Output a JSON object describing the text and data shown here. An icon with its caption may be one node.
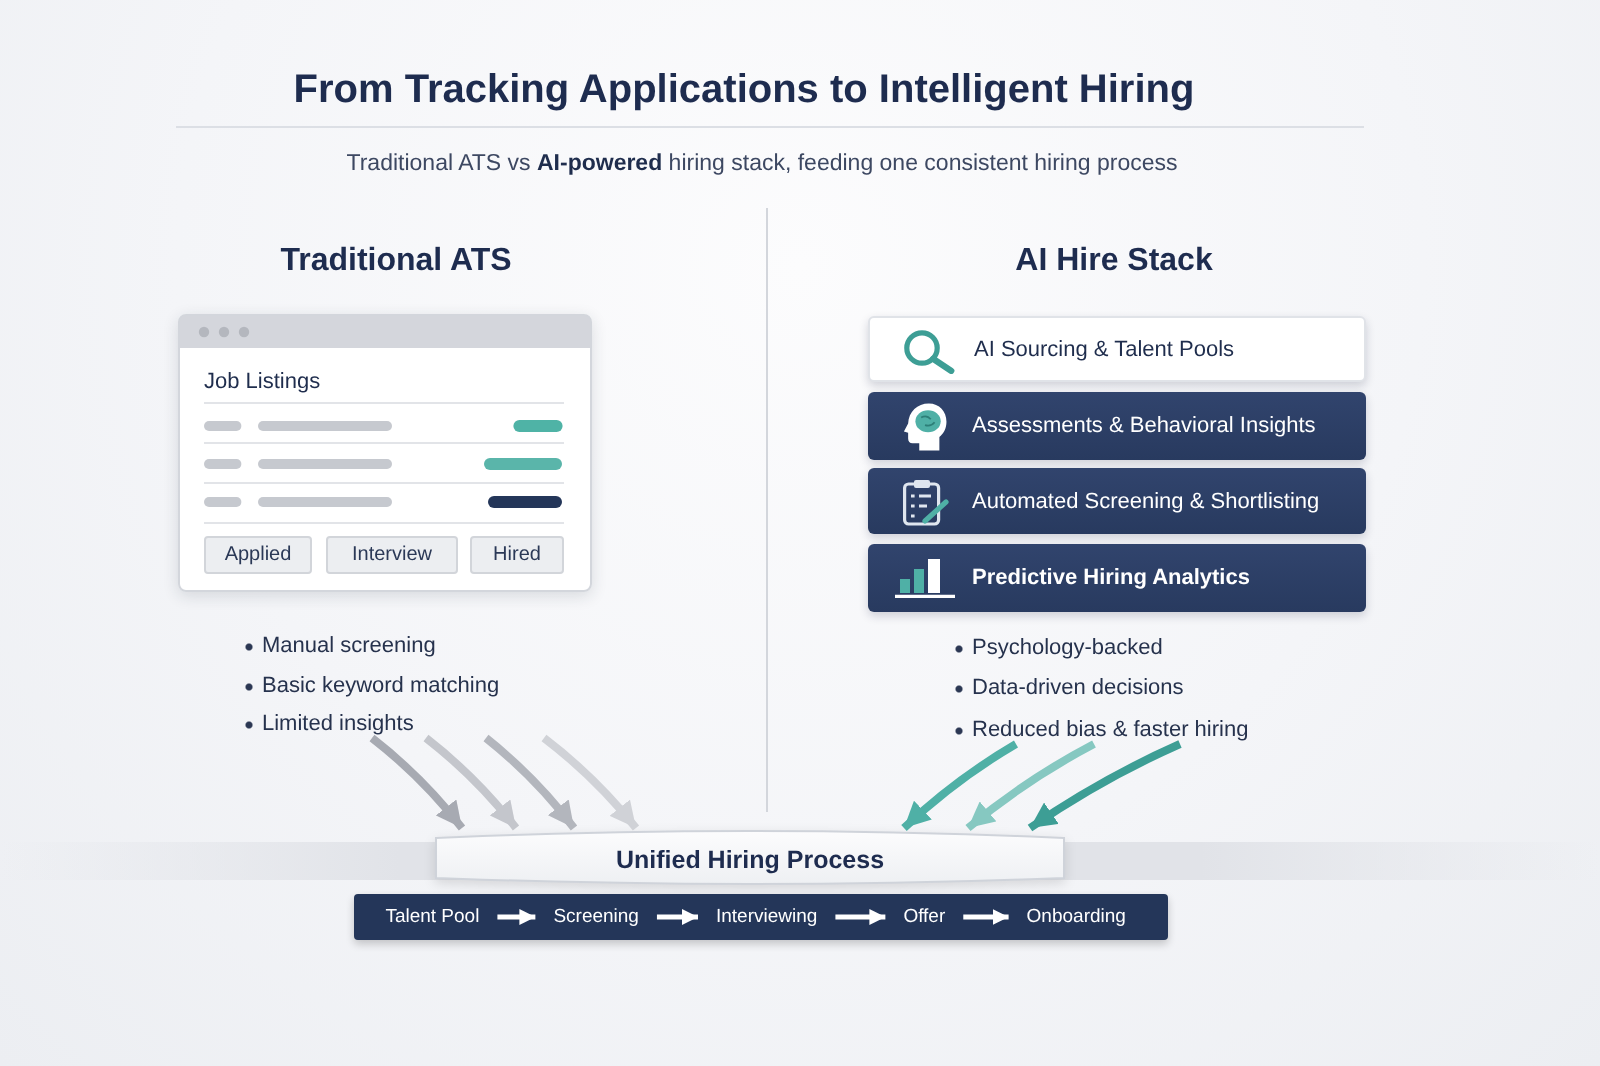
{
  "diagram": {
    "title": "From Tracking Applications to Intelligent Hiring",
    "nodes": [
      {
        "text": [
          "Job Listings"
        ]
      },
      {
        "text": [
          "Applied"
        ],
        "in": 0
      },
      {
        "text": [
          "Interview"
        ],
        "in": 0
      },
      {
        "text": [
          "Hired"
        ],
        "in": 0
      },
      {
        "text": [
          "AI Sourcing & Talent Pools"
        ]
      },
      {
        "text": [
          "Assessments & Behavioral Insights"
        ]
      },
      {
        "text": [
          "Automated Screening & Shortlisting"
        ]
      },
      {
        "text": [
          "Predictive Hiring Analytics"
        ]
      },
      {
        "text": [
          "Manual screening",
          "Basic keyword matching",
          "Limited insights"
        ]
      },
      {
        "text": [
          "Psychology-backed",
          "Data-driven decisions",
          "Reduced bias & faster hiring"
        ]
      },
      {
        "text": [
          "Unified Hiring Process"
        ]
      },
      {
        "text": [],
        "shape": "bar"
      },
      {
        "text": [
          "Talent Pool"
        ],
        "in": 11
      },
      {
        "text": [
          "Screening"
        ],
        "in": 11
      },
      {
        "text": [
          "Interviewing"
        ],
        "in": 11
      },
      {
        "text": [
          "Offer"
        ],
        "in": 11
      },
      {
        "text": [
          "Onboarding"
        ],
        "in": 11
      }
    ],
    "edges": [
      {
        "from": 8,
        "to": 10,
        "arrow": "to",
        "color": "#a7aab2"
      },
      {
        "from": 8,
        "to": 10,
        "arrow": "to",
        "color": "#c4c6cc"
      },
      {
        "from": 8,
        "to": 10,
        "arrow": "to",
        "color": "#b3b6bd"
      },
      {
        "from": 8,
        "to": 10,
        "arrow": "to",
        "color": "#d0d2d7"
      },
      {
        "from": 9,
        "to": 10,
        "arrow": "to",
        "color": "#4fb0a6"
      },
      {
        "from": 9,
        "to": 10,
        "arrow": "to",
        "color": "#86c8c1"
      },
      {
        "from": 9,
        "to": 10,
        "arrow": "to",
        "color": "#3d9e95"
      },
      {
        "from": 12,
        "to": 13,
        "arrow": "to",
        "color": "#ffffff"
      },
      {
        "from": 13,
        "to": 14,
        "arrow": "to",
        "color": "#ffffff"
      },
      {
        "from": 14,
        "to": 15,
        "arrow": "to",
        "color": "#ffffff"
      },
      {
        "from": 15,
        "to": 16,
        "arrow": "to",
        "color": "#ffffff"
      }
    ],
    "labels": [
      "Traditional ATS vs **AI-powered** hiring stack, feeding one consistent hiring process",
      "Traditional ATS",
      "AI Hire Stack"
    ]
  }
}
